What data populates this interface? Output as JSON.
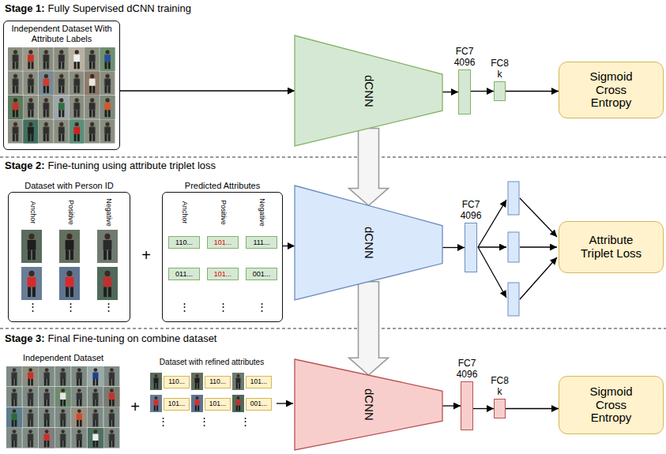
{
  "diagram": {
    "nodes": [
      {
        "text": [
          "Independent Dataset With Attribute Labels"
        ]
      },
      {
        "text": [
          "dCNN"
        ]
      },
      {
        "text": [
          "FC7",
          "4096"
        ]
      },
      {
        "text": [
          "FC8",
          "k"
        ]
      },
      {
        "text": [
          "Sigmoid Cross Entropy"
        ]
      },
      {
        "text": [
          "Dataset with Person ID",
          "Anchor",
          "Positive",
          "Negative",
          "⋮",
          "⋮",
          "⋮"
        ]
      },
      {
        "text": [
          "Predicted Attributes",
          "Anchor",
          "Positive",
          "Negative",
          "⋮",
          "⋮",
          "⋮"
        ]
      },
      {
        "text": [
          "110..."
        ],
        "in": 6
      },
      {
        "text": [
          "101..."
        ],
        "in": 6
      },
      {
        "text": [
          "111..."
        ],
        "in": 6
      },
      {
        "text": [
          "011..."
        ],
        "in": 6
      },
      {
        "text": [
          "101..."
        ],
        "in": 6
      },
      {
        "text": [
          "001..."
        ],
        "in": 6
      },
      {
        "text": [
          "dCNN"
        ]
      },
      {
        "text": [
          "FC7",
          "4096"
        ]
      },
      {
        "text": [
          "Attribute Triplet Loss"
        ]
      },
      {
        "text": [
          "110..."
        ]
      },
      {
        "text": [
          "110..."
        ]
      },
      {
        "text": [
          "101..."
        ]
      },
      {
        "text": [
          "101..."
        ]
      },
      {
        "text": [
          "101..."
        ]
      },
      {
        "text": [
          "001..."
        ]
      },
      {
        "text": [
          "dCNN"
        ]
      },
      {
        "text": [
          "FC7",
          "4096"
        ]
      },
      {
        "text": [
          "FC8",
          "k"
        ]
      },
      {
        "text": [
          "Sigmoid Cross Entropy"
        ]
      }
    ],
    "edges": [
      {
        "from": 0,
        "to": 1,
        "arrow": "to"
      },
      {
        "from": 1,
        "to": 2,
        "arrow": "to"
      },
      {
        "from": 2,
        "to": 3,
        "arrow": "to"
      },
      {
        "from": 3,
        "to": 4,
        "arrow": "to"
      },
      {
        "from": 1,
        "to": 13,
        "arrow": "to"
      },
      {
        "from": 6,
        "to": 13,
        "arrow": "to"
      },
      {
        "from": 13,
        "to": 14,
        "arrow": "to"
      },
      {
        "from": 13,
        "to": 22,
        "arrow": "to"
      },
      {
        "from": 22,
        "to": 23,
        "arrow": "to"
      },
      {
        "from": 23,
        "to": 24,
        "arrow": "to"
      },
      {
        "from": 24,
        "to": 25,
        "arrow": "to"
      }
    ],
    "labels": [
      "Stage 1:",
      "Fully Supervised dCNN training",
      "Stage 2:",
      "Fine-tuning using attribute triplet loss",
      "+",
      "Stage 3:",
      "Final Fine-tuning on combine dataset",
      "Independent Dataset",
      "+",
      "Dataset with refined attributes",
      "⋮",
      "⋮",
      "⋮"
    ]
  }
}
